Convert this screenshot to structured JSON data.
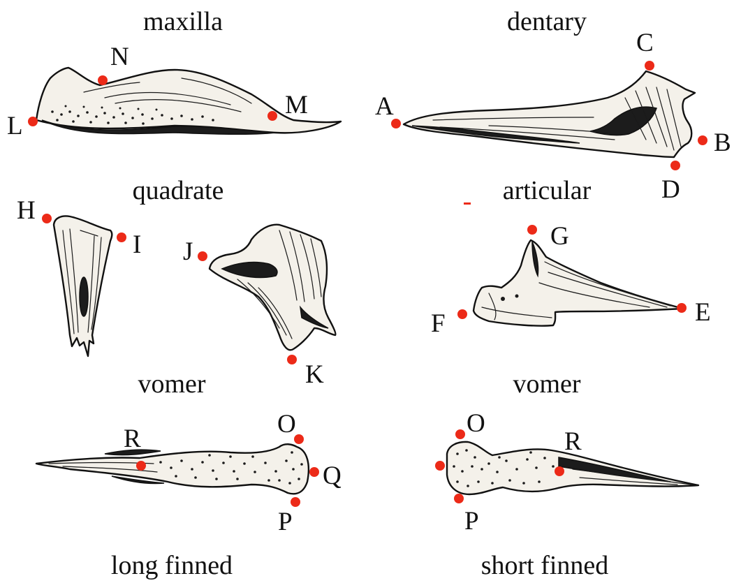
{
  "titles": {
    "maxilla": "maxilla",
    "dentary": "dentary",
    "quadrate": "quadrate",
    "articular": "articular",
    "vomer_left": "vomer",
    "vomer_right": "vomer",
    "long_finned": "long finned",
    "short_finned": "short finned"
  },
  "landmarks": {
    "A": "A",
    "B": "B",
    "C": "C",
    "D": "D",
    "E": "E",
    "F": "F",
    "G": "G",
    "H": "H",
    "I": "I",
    "J": "J",
    "K": "K",
    "L": "L",
    "M": "M",
    "N": "N",
    "O_left": "O",
    "P_left": "P",
    "Q_left": "Q",
    "R_left": "R",
    "O_right": "O",
    "P_right": "P",
    "R_right": "R"
  },
  "colors": {
    "landmark": "#ec2a18",
    "ink": "#111111",
    "bone": "#f4f1ea"
  }
}
